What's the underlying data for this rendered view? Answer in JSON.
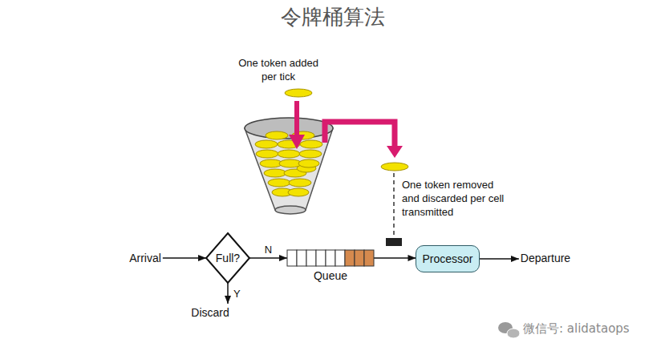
{
  "diagram": {
    "title": "令牌桶算法",
    "nodes": [
      {
        "text": [
          "Arrival"
        ]
      },
      {
        "text": [
          "Full?"
        ]
      },
      {
        "text": [
          "Queue"
        ]
      },
      {
        "text": [
          "Processor"
        ]
      },
      {
        "text": [
          "Departure"
        ]
      },
      {
        "text": [
          "Discard"
        ]
      }
    ],
    "edges": [
      {
        "from": 0,
        "to": 1,
        "arrow": "to"
      },
      {
        "from": 1,
        "to": 2,
        "label": "N",
        "arrow": "to"
      },
      {
        "from": 1,
        "to": 5,
        "label": "Y",
        "arrow": "to"
      },
      {
        "from": 2,
        "to": 3,
        "arrow": "to"
      },
      {
        "from": 3,
        "to": 4,
        "arrow": "to"
      }
    ],
    "labels": [
      "One token added per tick",
      "One token removed and discarded per cell transmitted",
      "微信号: alidataops"
    ]
  }
}
